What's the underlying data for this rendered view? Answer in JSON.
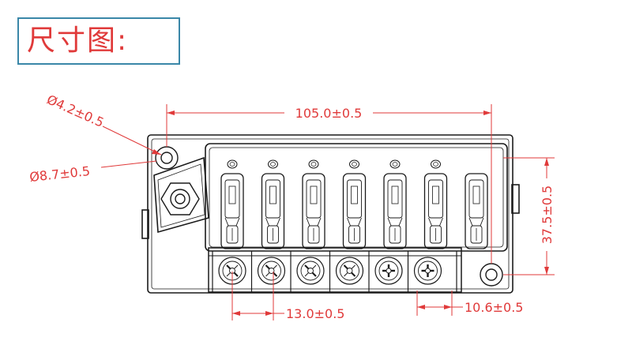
{
  "title": "尺寸图:",
  "dimensions": {
    "width_total": "105.0±0.5",
    "height": "37.5±0.5",
    "hole_inner_diameter": "Ø4.2±0.5",
    "hole_outer_diameter": "Ø8.7±0.5",
    "terminal_pitch": "13.0±0.5",
    "terminal_width": "10.6±0.5"
  },
  "colors": {
    "dimension": "#e03a3a",
    "outline": "#1a1a1a",
    "title_border": "#3a87a8"
  },
  "fuse_slots": 7,
  "led_indicators": 6,
  "terminals": [
    {
      "type": "slotted-diagonal"
    },
    {
      "type": "slotted-diagonal"
    },
    {
      "type": "slotted-diagonal"
    },
    {
      "type": "slotted-diagonal"
    },
    {
      "type": "cross"
    },
    {
      "type": "cross"
    }
  ]
}
